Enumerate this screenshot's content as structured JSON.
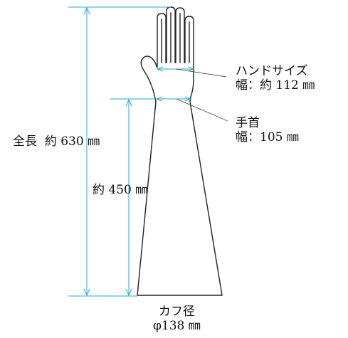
{
  "total_length": {
    "label": "全長",
    "value": "約 630 ㎜"
  },
  "inner_length": {
    "value": "約 450 ㎜"
  },
  "hand_size": {
    "title": "ハンドサイズ",
    "value": "幅：約 112 ㎜"
  },
  "wrist": {
    "title": "手首",
    "value": "幅：105 ㎜"
  },
  "cuff": {
    "title": "カフ径",
    "value": "φ138 ㎜"
  },
  "colors": {
    "dimension_line": "#2aa8d8",
    "outline": "#222222",
    "leader": "#555555"
  }
}
